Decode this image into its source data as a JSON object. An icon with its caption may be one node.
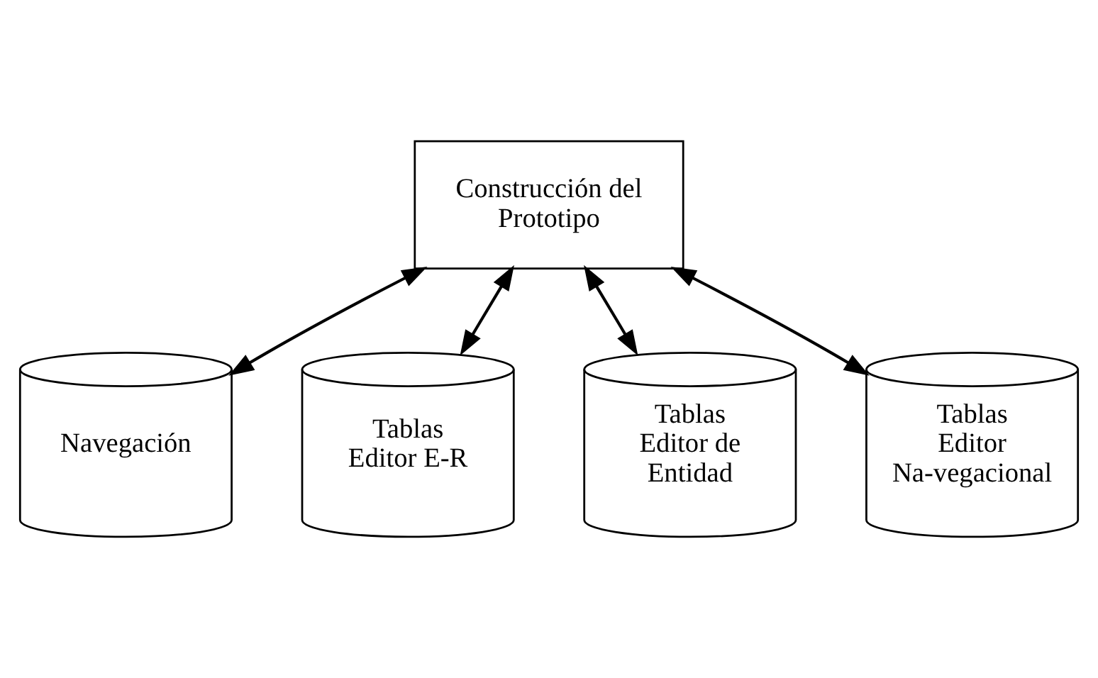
{
  "diagram": {
    "nodes": [
      {
        "text": [
          "Construcción del Prototipo"
        ]
      },
      {
        "text": [
          "Navegación"
        ]
      },
      {
        "text": [
          "Tablas Editor E-R"
        ]
      },
      {
        "text": [
          "Tablas Editor de Entidad"
        ]
      },
      {
        "text": [
          "Tablas Editor Na-vegacional"
        ]
      }
    ],
    "edges": [
      {
        "from": 0,
        "to": 1,
        "arrow": "both"
      },
      {
        "from": 0,
        "to": 2,
        "arrow": "both"
      },
      {
        "from": 0,
        "to": 3,
        "arrow": "both"
      },
      {
        "from": 0,
        "to": 4,
        "arrow": "both"
      }
    ]
  }
}
